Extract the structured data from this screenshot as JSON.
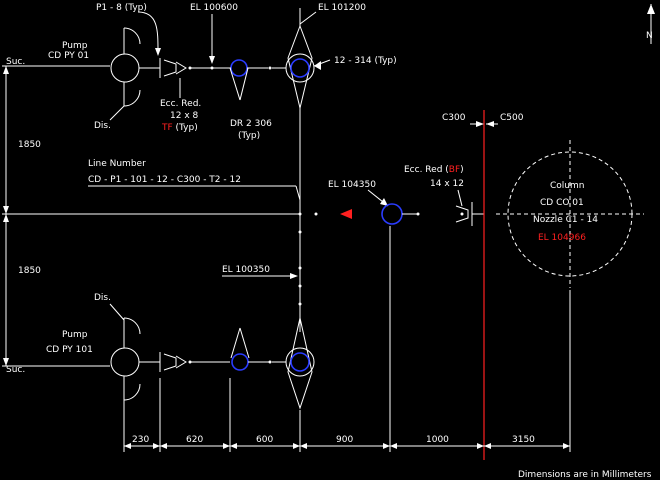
{
  "labels": {
    "north": "N",
    "p1_dia": "P1 - 8 (Typ)",
    "el_top_valve": "EL 100600",
    "el_top_right": "EL 101200",
    "pump_top_name": "Pump",
    "pump_top_tag": "CD PY 01",
    "suc_top": "Suc.",
    "dis_top": "Dis.",
    "ecc_top_1": "Ecc. Red.",
    "ecc_top_2": "12 x 8",
    "ecc_top_3a": "TF",
    "ecc_top_3b": " (Typ)",
    "drain_top_1": "DR 2 306",
    "drain_top_2": "(Typ)",
    "branch_top": "12 - 314 (Typ)",
    "dim_left_upper": "1850",
    "line_number_title": "Line Number",
    "line_number_value": "CD - P1 - 101 - 12 - C300 - T2 - 12",
    "el_mid": "EL 104350",
    "ecc_right_1a": "Ecc. Red (",
    "ecc_right_1b": "BF",
    "ecc_right_1c": ")",
    "ecc_right_2": "14 x 12",
    "dim_top_c300": "C300",
    "dim_top_c500": "C500",
    "column_1": "Column",
    "column_2": "CD CO 01",
    "column_3": "Nozzle C1 - 14",
    "column_4": "EL 104966",
    "dim_left_lower": "1850",
    "el_lower": "EL 100350",
    "dis_bottom": "Dis.",
    "pump_bottom_name": "Pump",
    "pump_bottom_tag": "CD PY 101",
    "suc_bottom": "Suc.",
    "dim_b1": "230",
    "dim_b2": "620",
    "dim_b3": "600",
    "dim_b4": "900",
    "dim_b5": "1000",
    "dim_b6": "3150",
    "footer_note": "Dimensions are in Millimeters"
  },
  "colors": {
    "background": "#000000",
    "line": "#ffffff",
    "valve": "#2a3cff",
    "highlight": "#ff2020"
  }
}
